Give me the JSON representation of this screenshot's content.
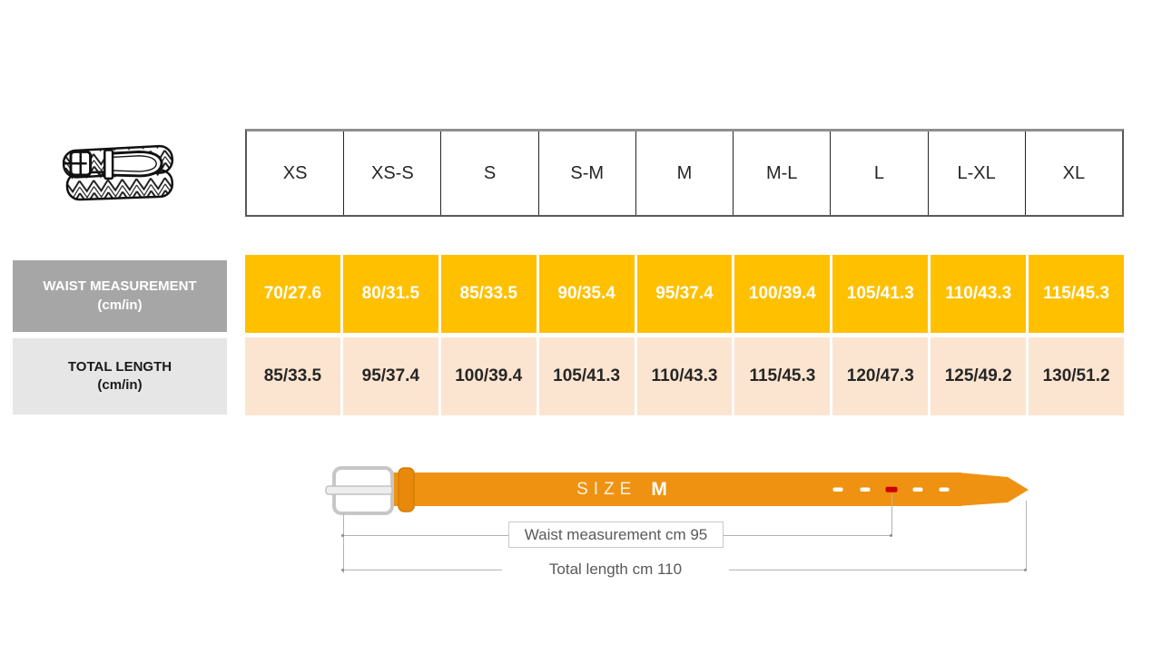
{
  "header": {
    "sizes": [
      "XS",
      "XS-S",
      "S",
      "S-M",
      "M",
      "M-L",
      "L",
      "L-XL",
      "XL"
    ]
  },
  "rows": {
    "waist": {
      "label": "WAIST MEASUREMENT",
      "unit": "(cm/in)",
      "values": [
        "70/27.6",
        "80/31.5",
        "85/33.5",
        "90/35.4",
        "95/37.4",
        "100/39.4",
        "105/41.3",
        "110/43.3",
        "115/45.3"
      ],
      "cell_bg": "#FFC000",
      "label_bg": "#A6A6A6"
    },
    "length": {
      "label": "TOTAL LENGTH",
      "unit": "(cm/in)",
      "values": [
        "85/33.5",
        "95/37.4",
        "100/39.4",
        "105/41.3",
        "110/43.3",
        "115/45.3",
        "120/47.3",
        "125/49.2",
        "130/51.2"
      ],
      "cell_bg": "#FBE5D0",
      "label_bg": "#E7E6E6"
    }
  },
  "diagram": {
    "size_word": "SIZE",
    "size_value": "M",
    "waist_note": "Waist measurement cm 95",
    "length_note": "Total length cm 110",
    "belt_color": "#EF9211",
    "keeper_color": "#E8890C",
    "highlight_hole_color": "#CC0000",
    "buckle_color": "#C7C7C7"
  },
  "icons": {
    "braided_belt": "braided-belt-illustration"
  }
}
